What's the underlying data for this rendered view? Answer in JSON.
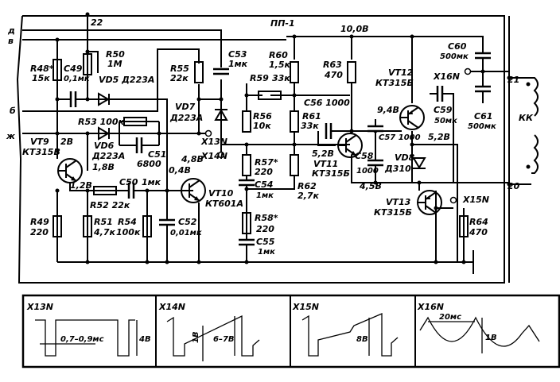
{
  "board_label": "ПП-1",
  "bus": {
    "d": "д",
    "v": "в",
    "b": "б",
    "zh": "ж",
    "pin22": "22",
    "pin21": "21",
    "pin20": "20",
    "rail_voltage": "10,0В"
  },
  "components": {
    "R48": [
      "R48*",
      "15к"
    ],
    "C49": [
      "C49",
      "0,1мк"
    ],
    "R50": [
      "R50",
      "1М"
    ],
    "VD5": "VD5 Д223А",
    "R55": [
      "R55",
      "22к"
    ],
    "C53": [
      "C53",
      "1мк"
    ],
    "VD7": [
      "VD7",
      "Д223А"
    ],
    "R53": "R53 100к",
    "VD6": [
      "VD6",
      "Д223А"
    ],
    "C51": [
      "C51",
      "6800"
    ],
    "VT9": [
      "VT9",
      "КТ315В"
    ],
    "VT10": [
      "VT10",
      "КТ601А"
    ],
    "C50": [
      "C50",
      "1мк"
    ],
    "R52": "R52 22к",
    "R49": [
      "R49",
      "220"
    ],
    "R51": [
      "R51",
      "4,7к"
    ],
    "R54": [
      "R54",
      "100к"
    ],
    "C52": [
      "C52",
      "0,01мк"
    ],
    "R60": [
      "R60",
      "1,5к"
    ],
    "R59": [
      "R59",
      "33к"
    ],
    "R56": [
      "R56",
      "10к"
    ],
    "R57": [
      "R57*",
      "220"
    ],
    "C54": [
      "C54",
      "1мк"
    ],
    "R58": [
      "R58*",
      "220"
    ],
    "C55": [
      "C55",
      "1мк"
    ],
    "R61": [
      "R61",
      "33к"
    ],
    "R62": [
      "R62",
      "2,7к"
    ],
    "R63": [
      "R63",
      "470"
    ],
    "C56": "C56 1000",
    "VT11": [
      "VT11",
      "КТ315Б"
    ],
    "C57": "C57 1000",
    "C58": [
      "C58",
      "1000"
    ],
    "VD8": [
      "VD8",
      "Д310"
    ],
    "VT12": [
      "VT12",
      "КТ315Б"
    ],
    "C59": [
      "C59",
      "50мк"
    ],
    "C60": [
      "C60",
      "500мк"
    ],
    "C61": [
      "C61",
      "500мк"
    ],
    "VT13": [
      "VT13",
      "КТ315Б"
    ],
    "R64": [
      "R64",
      "470"
    ],
    "KK": "КК"
  },
  "test_points": {
    "X13N": "X13N",
    "X14N": "X14N",
    "X15N": "X15N",
    "X16N": "X16N"
  },
  "voltages": {
    "vt9_c": "2В",
    "vt9_e": "1,2В",
    "vd6": "1,8В",
    "vt10_c": "4,8В",
    "vt10_b": "0,4В",
    "vt11_e": "5,2В",
    "vt12_b": "9,4В",
    "vt12_e": "5,2В",
    "c58": "4,5В"
  },
  "waveforms": [
    {
      "title": "X13N",
      "labels": [
        "0,7–0,9мс",
        "4В"
      ]
    },
    {
      "title": "X14N",
      "labels": [
        "1В",
        "6–7В"
      ]
    },
    {
      "title": "X15N",
      "labels": [
        "8В"
      ]
    },
    {
      "title": "X16N",
      "labels": [
        "20мс",
        "1В"
      ]
    }
  ]
}
